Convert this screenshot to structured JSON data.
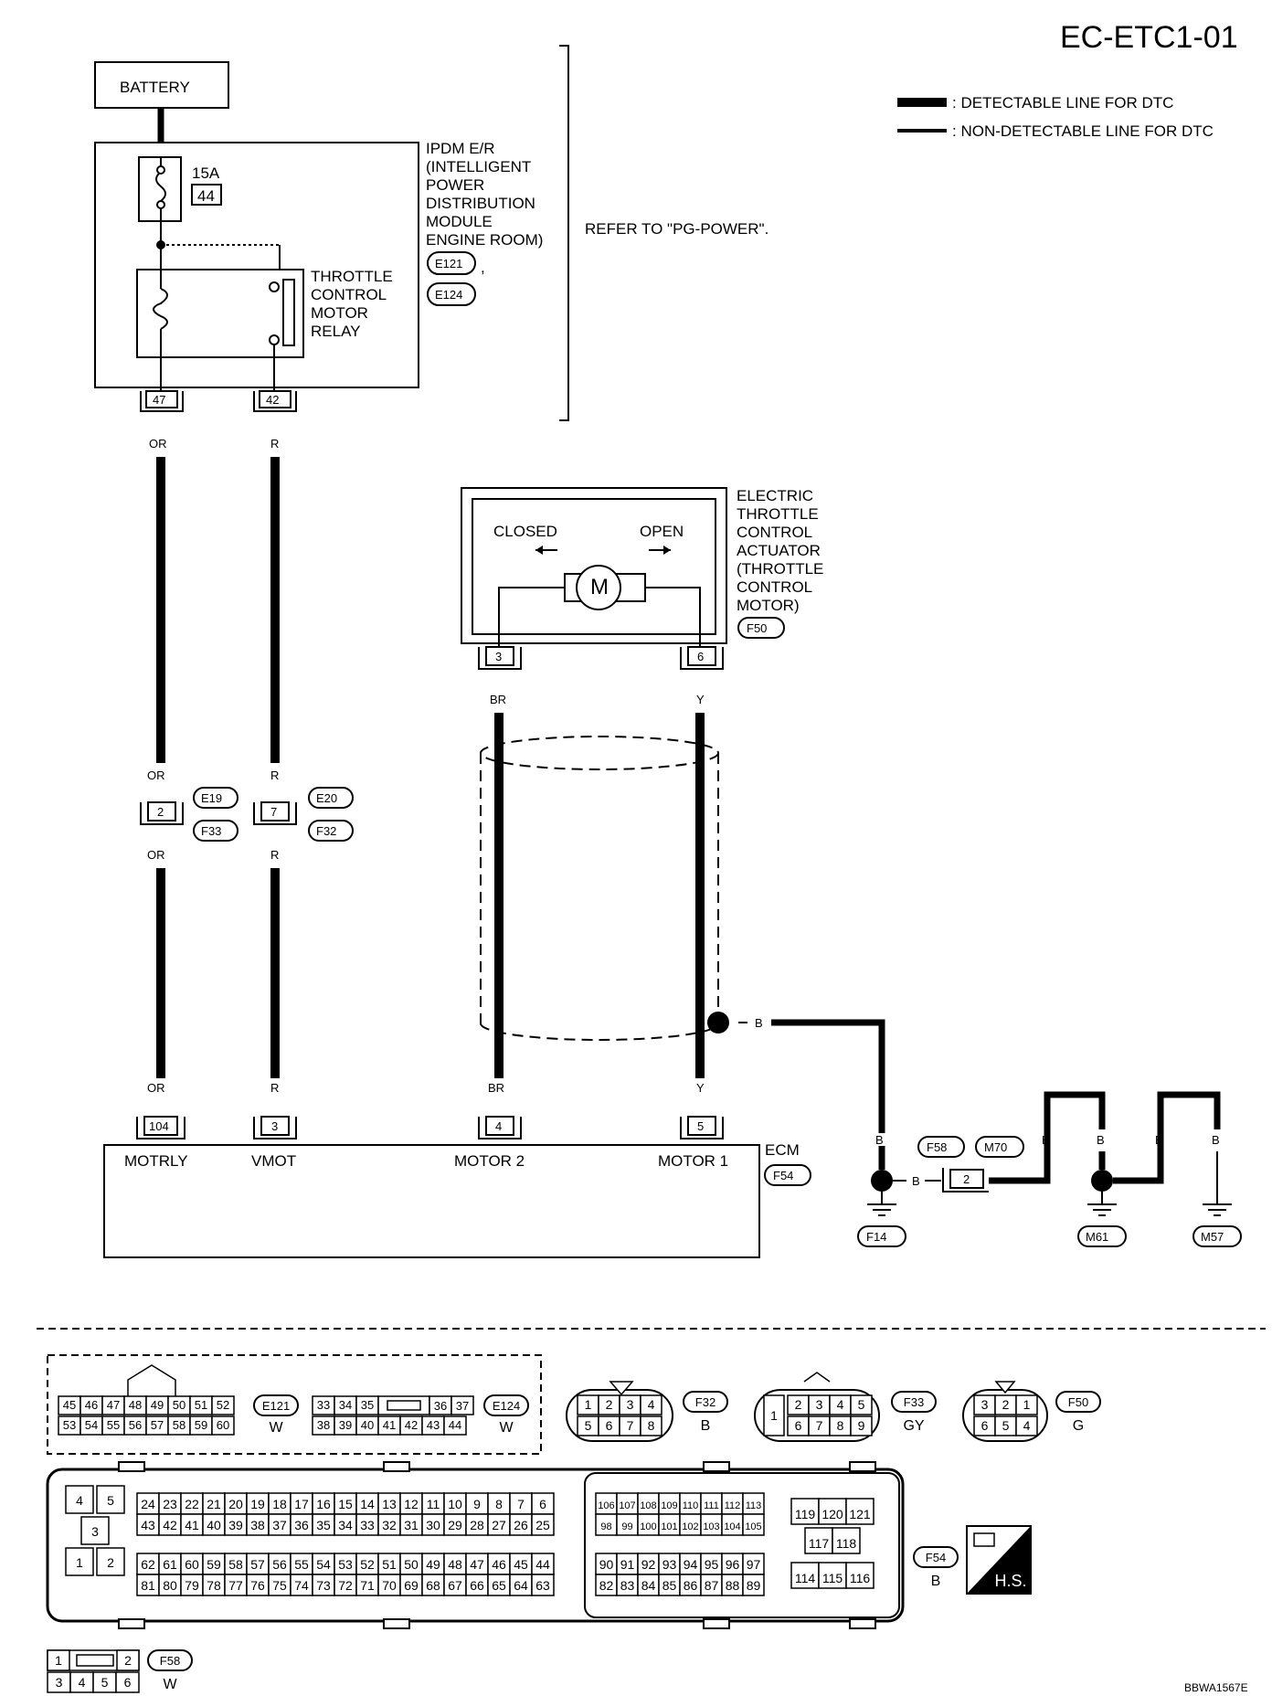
{
  "title": "EC-ETC1-01",
  "legend": {
    "detectable": ": DETECTABLE LINE FOR DTC",
    "non_detectable": ": NON-DETECTABLE LINE FOR DTC"
  },
  "battery": "BATTERY",
  "ipdm": {
    "lines": [
      "IPDM E/R",
      "(INTELLIGENT",
      "POWER",
      "DISTRIBUTION",
      "MODULE",
      "ENGINE ROOM)"
    ],
    "connectors": [
      "E121",
      "E124"
    ],
    "comma": ",",
    "fuse_amp": "15A",
    "fuse_no": "44",
    "relay_lines": [
      "THROTTLE",
      "CONTROL",
      "MOTOR",
      "RELAY"
    ],
    "terminals": [
      "47",
      "42"
    ]
  },
  "refer": "REFER TO \"PG-POWER\".",
  "actuator": {
    "lines": [
      "ELECTRIC",
      "THROTTLE",
      "CONTROL",
      "ACTUATOR",
      "(THROTTLE",
      "CONTROL",
      "MOTOR)"
    ],
    "connector": "F50",
    "closed": "CLOSED",
    "open": "OPEN",
    "motor": "M",
    "terminals": [
      "3",
      "6"
    ]
  },
  "wires": {
    "or": "OR",
    "r": "R",
    "br": "BR",
    "y": "Y",
    "b": "B"
  },
  "joint": {
    "left_pin": "2",
    "right_pin": "7",
    "left_conn": [
      "E19",
      "F33"
    ],
    "right_conn": [
      "E20",
      "F32"
    ]
  },
  "ecm": {
    "label": "ECM",
    "connector": "F54",
    "terminals": [
      "104",
      "3",
      "4",
      "5"
    ],
    "names": [
      "MOTRLY",
      "VMOT",
      "MOTOR 2",
      "MOTOR 1"
    ]
  },
  "ground": {
    "conn_pair": [
      "F58",
      "M70"
    ],
    "pin": "2",
    "grounds": [
      "F14",
      "M61",
      "M57"
    ]
  },
  "connectors": {
    "e121": {
      "id": "E121",
      "color": "W",
      "top": [
        "45",
        "46",
        "47",
        "48",
        "49",
        "50",
        "51",
        "52"
      ],
      "bottom": [
        "53",
        "54",
        "55",
        "56",
        "57",
        "58",
        "59",
        "60"
      ]
    },
    "e124": {
      "id": "E124",
      "color": "W",
      "top": [
        "33",
        "34",
        "35",
        "36",
        "37"
      ],
      "bottom": [
        "38",
        "39",
        "40",
        "41",
        "42",
        "43",
        "44"
      ]
    },
    "f32": {
      "id": "F32",
      "color": "B",
      "top": [
        "1",
        "2",
        "3",
        "4"
      ],
      "bottom": [
        "5",
        "6",
        "7",
        "8"
      ]
    },
    "f33": {
      "id": "F33",
      "color": "GY",
      "left": "1",
      "top": [
        "2",
        "3",
        "4",
        "5"
      ],
      "bottom": [
        "6",
        "7",
        "8",
        "9"
      ]
    },
    "f50": {
      "id": "F50",
      "color": "G",
      "top": [
        "3",
        "2",
        "1"
      ],
      "bottom": [
        "6",
        "5",
        "4"
      ]
    },
    "f54": {
      "id": "F54",
      "color": "B",
      "hs": "H.S.",
      "left_pins": [
        "4",
        "5",
        "3",
        "1",
        "2"
      ],
      "row1": [
        "24",
        "23",
        "22",
        "21",
        "20",
        "19",
        "18",
        "17",
        "16",
        "15",
        "14",
        "13",
        "12",
        "11",
        "10",
        "9",
        "8",
        "7",
        "6"
      ],
      "row2": [
        "43",
        "42",
        "41",
        "40",
        "39",
        "38",
        "37",
        "36",
        "35",
        "34",
        "33",
        "32",
        "31",
        "30",
        "29",
        "28",
        "27",
        "26",
        "25"
      ],
      "row3": [
        "62",
        "61",
        "60",
        "59",
        "58",
        "57",
        "56",
        "55",
        "54",
        "53",
        "52",
        "51",
        "50",
        "49",
        "48",
        "47",
        "46",
        "45",
        "44"
      ],
      "row4": [
        "81",
        "80",
        "79",
        "78",
        "77",
        "76",
        "75",
        "74",
        "73",
        "72",
        "71",
        "70",
        "69",
        "68",
        "67",
        "66",
        "65",
        "64",
        "63"
      ],
      "mid1": [
        "106",
        "107",
        "108",
        "109",
        "110",
        "111",
        "112",
        "113"
      ],
      "mid2": [
        "98",
        "99",
        "100",
        "101",
        "102",
        "103",
        "104",
        "105"
      ],
      "mid3": [
        "90",
        "91",
        "92",
        "93",
        "94",
        "95",
        "96",
        "97"
      ],
      "mid4": [
        "82",
        "83",
        "84",
        "85",
        "86",
        "87",
        "88",
        "89"
      ],
      "right_top": [
        "119",
        "120",
        "121"
      ],
      "right_mid": [
        "117",
        "118"
      ],
      "right_bot": [
        "114",
        "115",
        "116"
      ]
    },
    "f58": {
      "id": "F58",
      "color": "W",
      "top": [
        "1",
        "2"
      ],
      "bottom": [
        "3",
        "4",
        "5",
        "6"
      ]
    }
  },
  "footer_code": "BBWA1567E"
}
